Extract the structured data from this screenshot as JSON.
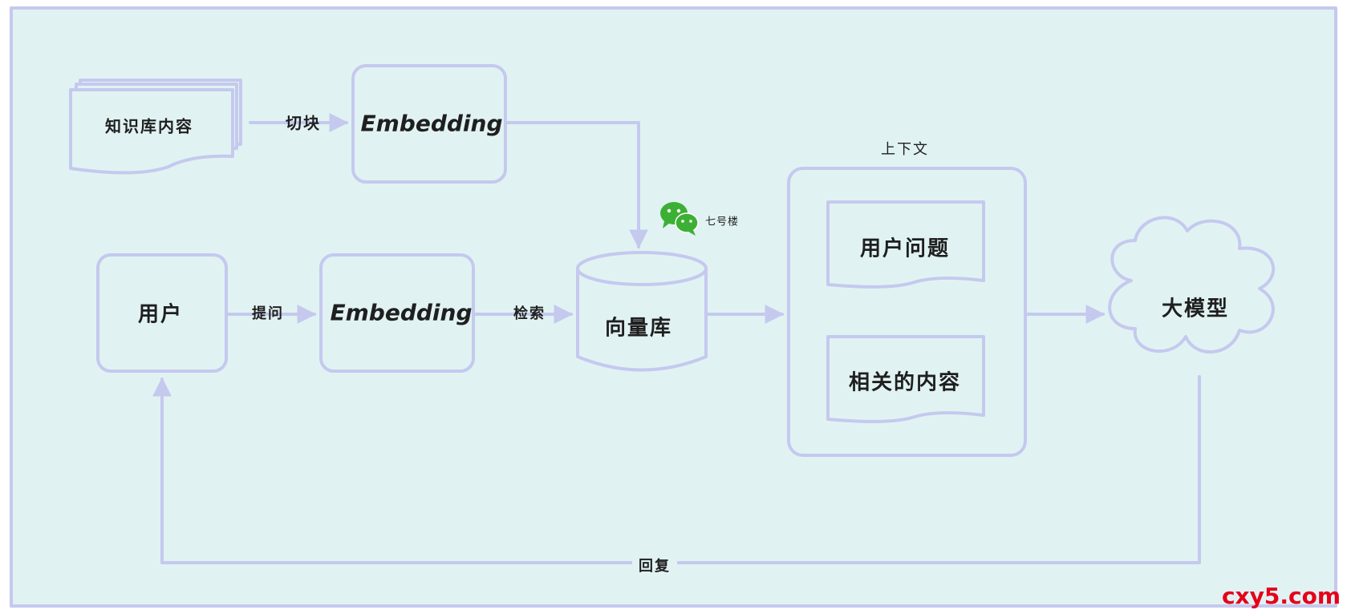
{
  "nodes": {
    "knowledge": "知识库内容",
    "embedding_top": "Embedding",
    "user": "用户",
    "embedding_bottom": "Embedding",
    "vector_db": "向量库",
    "context_title": "上下文",
    "user_question": "用户问题",
    "related_content": "相关的内容",
    "llm": "大模型"
  },
  "edges": {
    "chunk": "切块",
    "ask": "提问",
    "retrieve": "检索",
    "reply": "回复"
  },
  "badge": {
    "icon": "wechat-icon",
    "text": "七号楼"
  },
  "watermark": "cxy5.com",
  "colors": {
    "background": "#e1f2f3",
    "stroke": "#c5c9ee",
    "wechat_green": "#3cb034",
    "watermark_red": "#e6001a"
  }
}
